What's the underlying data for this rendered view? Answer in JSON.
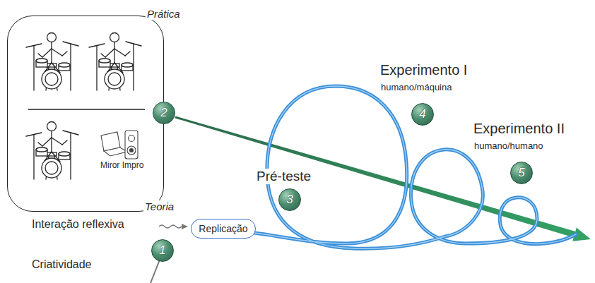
{
  "diagram": {
    "nodes": [
      {
        "text": [
          "Prática",
          "Miror Impro"
        ]
      },
      {
        "text": [
          "2"
        ]
      },
      {
        "text": [
          "1"
        ]
      },
      {
        "text": [
          "Replicação"
        ]
      },
      {
        "text": [
          "3"
        ]
      },
      {
        "text": [
          "4"
        ]
      },
      {
        "text": [
          "5"
        ]
      }
    ],
    "labels": [
      "Teoria",
      "Interação reflexiva",
      "Criatividade",
      "Pré-teste",
      "Experimento I",
      "humano/máquina",
      "Experimento II",
      "humano/humano"
    ]
  }
}
